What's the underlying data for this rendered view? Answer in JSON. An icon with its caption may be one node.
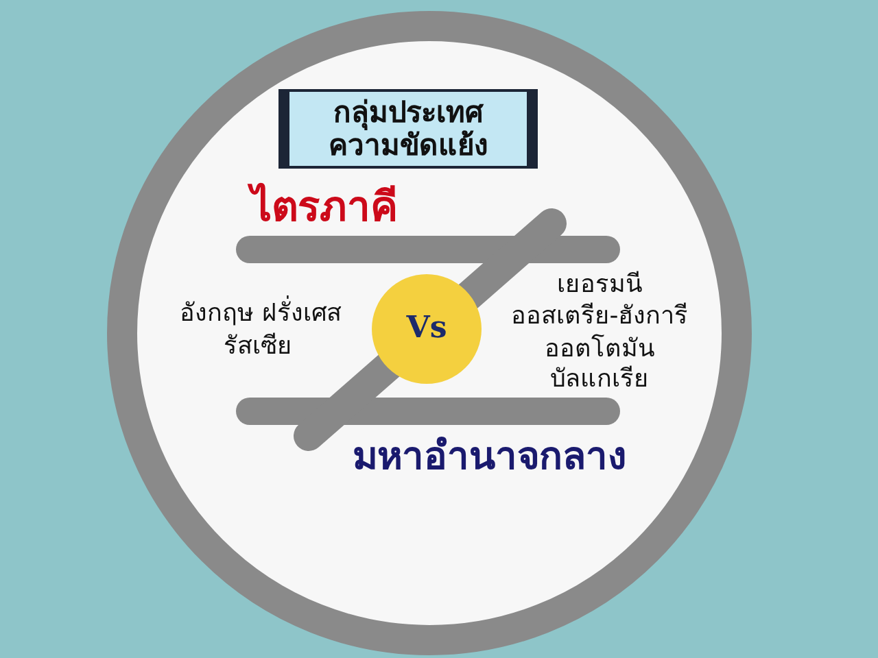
{
  "diagram": {
    "nodes": [
      {
        "text": [],
        "shape": "circle"
      },
      {
        "text": [
          "กลุ่มประเทศ ความขัดแย้ง"
        ],
        "in": 0
      },
      {
        "text": [
          "Vs"
        ],
        "in": 0
      }
    ],
    "labels": [
      "ไตรภาคี",
      "อังกฤษ ฝรั่งเศส",
      "รัสเซีย",
      "เยอรมนี",
      "ออสเตรีย-ฮังการี",
      "ออตโตมัน",
      "บัลแกเรีย",
      "มหาอำนาจกลาง"
    ]
  }
}
